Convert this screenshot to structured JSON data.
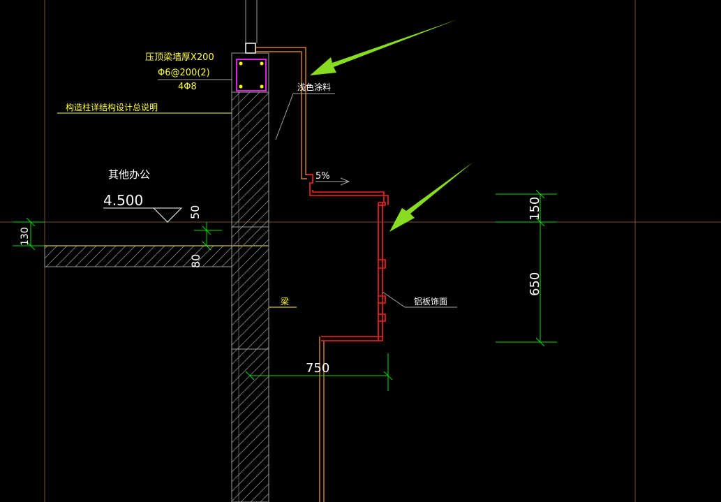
{
  "drawing": {
    "beam_note": {
      "line1": "压顶梁墙厚X200",
      "line2": "Φ6@200(2)",
      "line3": "4Φ8"
    },
    "column_note": "构造柱详结构设计总说明",
    "room_name": "其他办公",
    "elevation": "4.500",
    "coating_label": "浅色涂料",
    "slope_label": "5%",
    "panel_label": "铝板饰面",
    "beam_label": "梁",
    "dims": {
      "d50": "50",
      "d130": "130",
      "d80": "80",
      "d150": "150",
      "d650": "650",
      "d750": "750"
    },
    "colors": {
      "background": "#000000",
      "grid": "#8a5a40",
      "wall": "#9a9a9a",
      "coating": "#ff9a2e",
      "panel": "#ff2020",
      "rebar_box": "#e020e0",
      "rebar_dot": "#ffff00",
      "dimension": "#00dd00",
      "text_yellow": "#ffff33",
      "text_white": "#ffffff",
      "arrow": "#88dd22"
    }
  }
}
